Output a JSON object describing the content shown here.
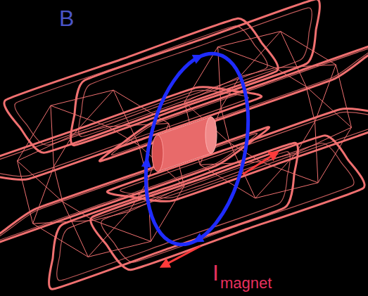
{
  "diagram": {
    "labels": [
      "B",
      "I",
      "magnet"
    ]
  }
}
